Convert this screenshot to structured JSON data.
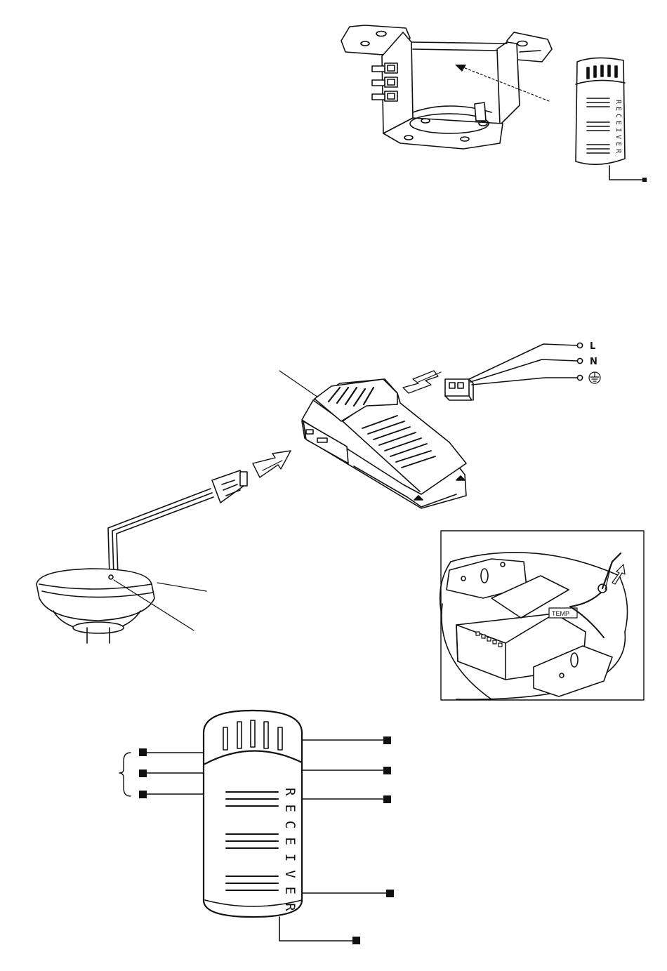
{
  "terminals": {
    "line": "L",
    "neutral": "N"
  },
  "receiver": {
    "label": "RECEIVER"
  },
  "canopy": {
    "tag": "TEMP"
  },
  "icons": {
    "ground": "ground-symbol-icon",
    "insert_arrow": "double-arrow-icon"
  },
  "colors": {
    "ink": "#111111",
    "background": "#ffffff"
  }
}
